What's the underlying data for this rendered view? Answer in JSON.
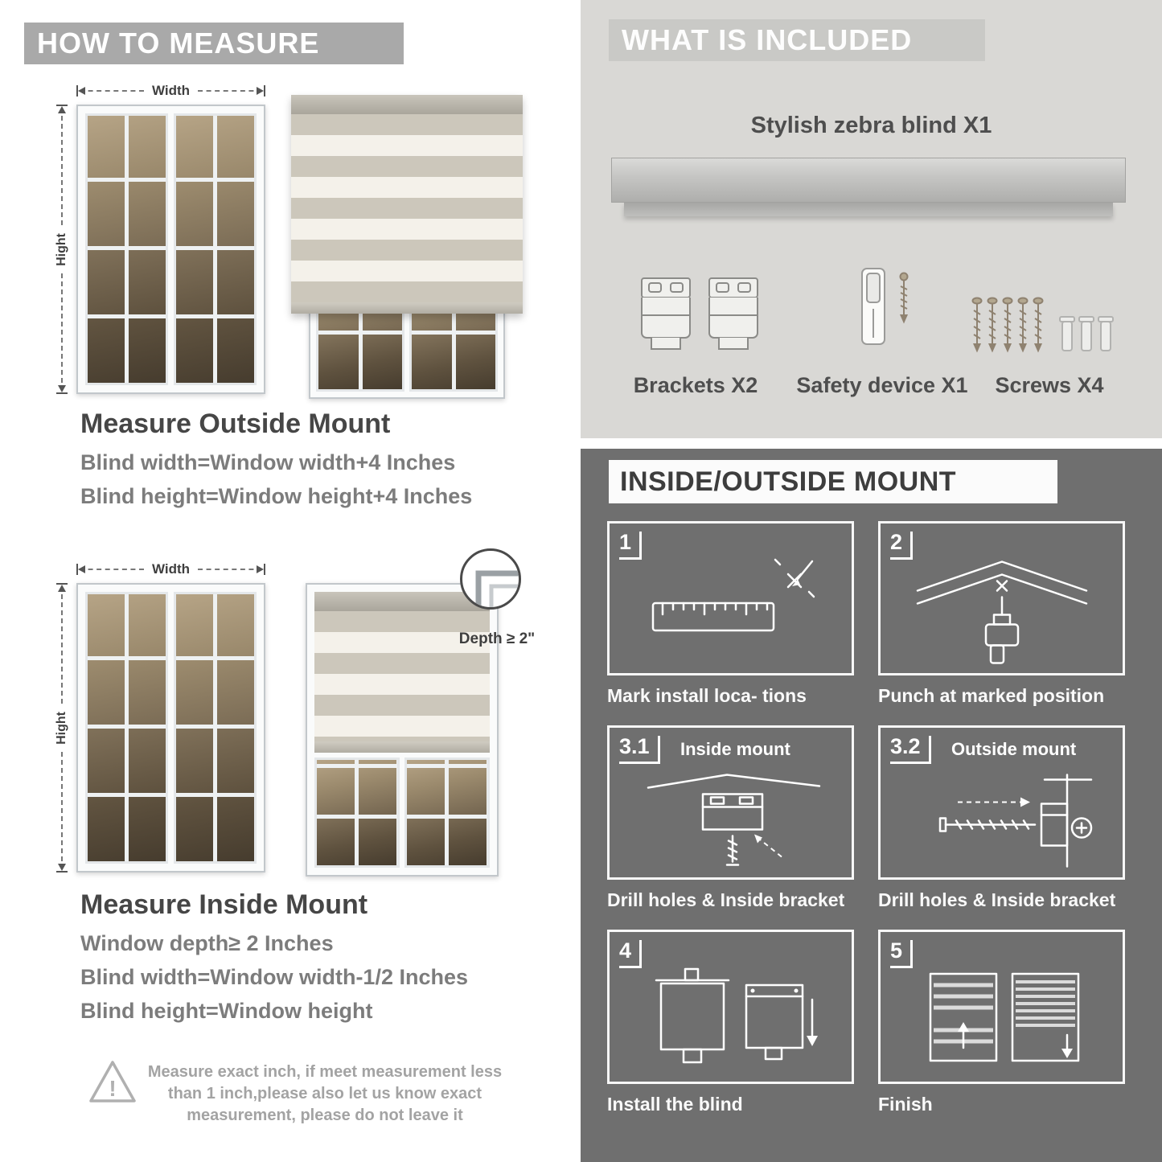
{
  "left": {
    "header": "HOW TO MEASURE",
    "outside": {
      "width_label": "Width",
      "height_label": "Hight",
      "title": "Measure Outside Mount",
      "lines": [
        "Blind width=Window width+4 Inches",
        "Blind height=Window height+4 Inches"
      ]
    },
    "inside": {
      "width_label": "Width",
      "height_label": "Hight",
      "depth_label": "Depth ≥ 2\"",
      "title": "Measure Inside Mount",
      "lines": [
        "Window depth≥ 2 Inches",
        "Blind width=Window width-1/2 Inches",
        "Blind height=Window height"
      ]
    },
    "warning_mark": "!",
    "warning_text": "Measure exact inch, if meet measurement less than 1 inch,please also let us know exact measurement, please do not leave it"
  },
  "included": {
    "header": "WHAT IS INCLUDED",
    "product_label": "Stylish zebra blind X1",
    "item_labels": [
      "Brackets X2",
      "Safety device X1",
      "Screws X4"
    ]
  },
  "mount": {
    "header": "INSIDE/OUTSIDE MOUNT",
    "steps": [
      {
        "num": "1",
        "caption": "Mark install loca- tions"
      },
      {
        "num": "2",
        "caption": "Punch at  marked position"
      },
      {
        "num": "3.1",
        "title": "Inside mount",
        "caption": "Drill holes &  Inside bracket"
      },
      {
        "num": "3.2",
        "title": "Outside mount",
        "caption": "Drill holes &  Inside bracket"
      },
      {
        "num": "4",
        "caption": "Install the blind"
      },
      {
        "num": "5",
        "caption": "Finish"
      }
    ]
  }
}
